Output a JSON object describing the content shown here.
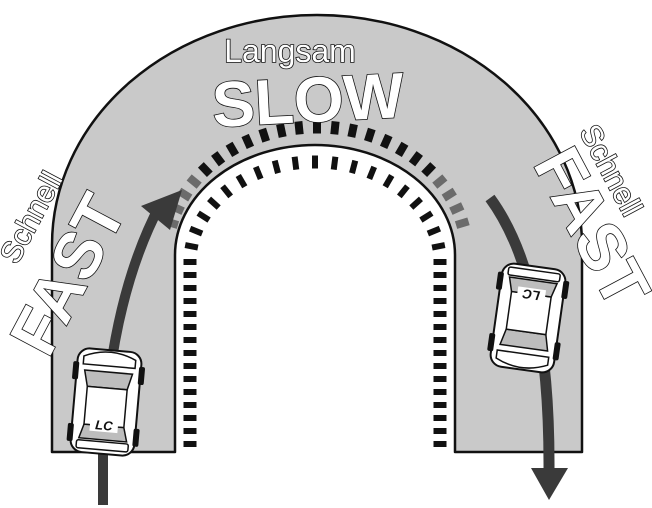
{
  "labels": {
    "curve_secondary": "Langsam",
    "curve_primary": "SLOW",
    "left_secondary": "Schnell",
    "left_primary": "FAST",
    "right_secondary": "Schnell",
    "right_primary": "FAST"
  },
  "cars": {
    "left_badge": "LC",
    "right_badge": "LC"
  },
  "colors": {
    "track": "#c9c9c9",
    "track_edge": "#111111",
    "curb_black": "#111111",
    "curb_grey": "#6b6b6b",
    "arrow_dark": "#3a3a3a",
    "car_body": "#ffffff",
    "car_glass": "#bdbdbd"
  },
  "icons": {
    "left_car": "race-car-icon",
    "right_car": "race-car-icon",
    "left_arrow": "curved-arrow-up-icon",
    "right_arrow": "curved-arrow-down-icon"
  }
}
